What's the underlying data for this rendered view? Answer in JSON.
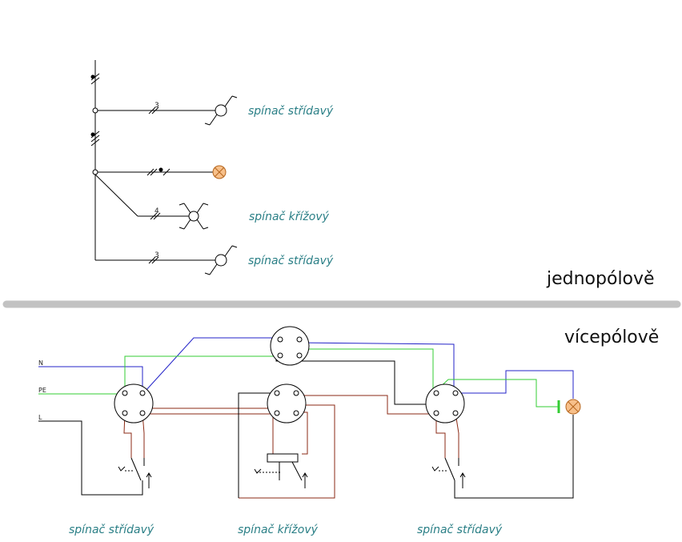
{
  "top_section": {
    "title": "jednopólově",
    "labels": {
      "switch_1": "spínač střídavý",
      "switch_2": "spínač křížový",
      "switch_3": "spínač střídavý"
    },
    "wire_counts": {
      "line_1": "3",
      "line_3": "4",
      "line_4": "3"
    }
  },
  "bottom_section": {
    "title": "vícepólově",
    "wire_names": {
      "n": "N",
      "pe": "PE",
      "l": "L"
    },
    "labels": {
      "switch_left": "spínač střídavý",
      "switch_middle": "spínač křížový",
      "switch_right": "spínač střídavý"
    }
  },
  "colors": {
    "neutral": "#2323c8",
    "protective": "#33cc33",
    "phase": "#8b2a14",
    "line": "#000000",
    "divider": "#c2c2c2",
    "label": "#2a7f86",
    "lamp_fill": "#f7c08a",
    "lamp_stroke": "#b5651d"
  }
}
